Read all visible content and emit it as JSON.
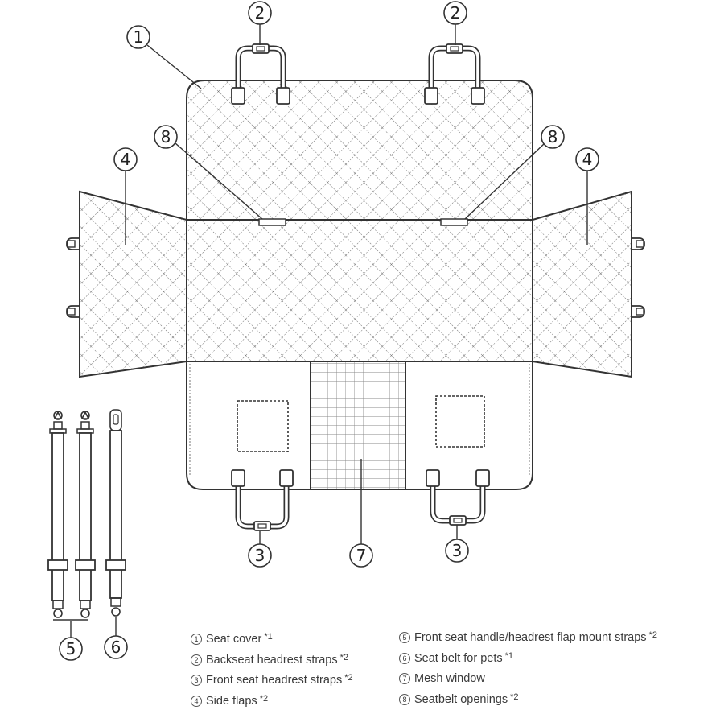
{
  "callouts": {
    "c1": "1",
    "c2a": "2",
    "c2b": "2",
    "c3a": "3",
    "c3b": "3",
    "c4a": "4",
    "c4b": "4",
    "c5": "5",
    "c6": "6",
    "c7": "7",
    "c8a": "8",
    "c8b": "8"
  },
  "legend": {
    "left": [
      {
        "num": "1",
        "text": "Seat cover",
        "qty": "*1"
      },
      {
        "num": "2",
        "text": "Backseat headrest straps",
        "qty": "*2"
      },
      {
        "num": "3",
        "text": "Front seat headrest straps",
        "qty": "*2"
      },
      {
        "num": "4",
        "text": "Side flaps",
        "qty": "*2"
      }
    ],
    "right": [
      {
        "num": "5",
        "text": "Front seat handle/headrest flap mount straps",
        "qty": "*2"
      },
      {
        "num": "6",
        "text": "Seat belt for pets",
        "qty": "*1"
      },
      {
        "num": "7",
        "text": "Mesh window",
        "qty": ""
      },
      {
        "num": "8",
        "text": "Seatbelt openings",
        "qty": "*2"
      }
    ]
  },
  "colors": {
    "line": "#333333",
    "quilt": "#6b6b6b",
    "mesh": "#8a8a8a"
  }
}
